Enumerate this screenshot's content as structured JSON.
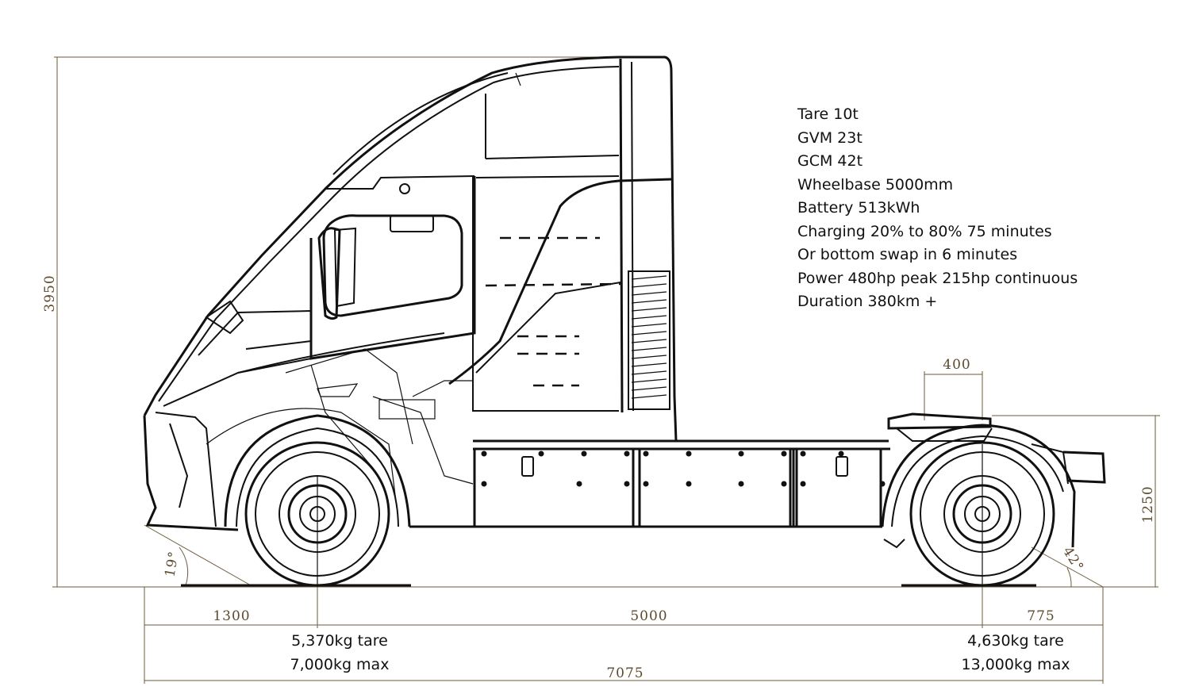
{
  "dimensions": {
    "height_overall": "3950",
    "fifth_wheel_height": "1250",
    "fifth_wheel_offset": "400",
    "front_overhang": "1300",
    "wheelbase": "5000",
    "rear_overhang": "775",
    "overall_length": "7075",
    "approach_angle": "19°",
    "departure_angle": "42°"
  },
  "specs": [
    "Tare 10t",
    "GVM 23t",
    "GCM 42t",
    "Wheelbase 5000mm",
    "Battery 513kWh",
    "Charging 20% to 80% 75 minutes",
    "Or bottom swap in 6 minutes",
    "Power 480hp peak 215hp continuous",
    "Duration 380km +"
  ],
  "axles": {
    "front": {
      "tare": "5,370kg tare",
      "max": "7,000kg max"
    },
    "rear": {
      "tare": "4,630kg tare",
      "max": "13,000kg max"
    }
  },
  "colors": {
    "dimension": "#6b5a3a",
    "drawing": "#111111"
  }
}
